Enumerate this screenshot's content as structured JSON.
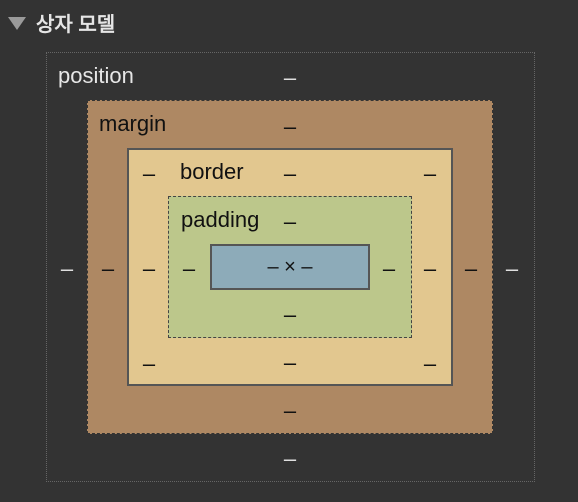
{
  "header": {
    "title": "상자 모델"
  },
  "labels": {
    "position": "position",
    "margin": "margin",
    "border": "border",
    "padding": "padding"
  },
  "values": {
    "position": {
      "top": "–",
      "right": "–",
      "bottom": "–",
      "left": "–"
    },
    "margin": {
      "top": "–",
      "right": "–",
      "bottom": "–",
      "left": "–"
    },
    "border": {
      "top": "–",
      "right": "–",
      "bottom": "–",
      "left": "–",
      "top_left": "–",
      "top_right": "–",
      "bottom_left": "–",
      "bottom_right": "–"
    },
    "padding": {
      "top": "–",
      "right": "–",
      "bottom": "–",
      "left": "–"
    },
    "content": "– × –"
  },
  "colors": {
    "background": "#333333",
    "margin": "#ae8863",
    "border": "#e2c78f",
    "padding": "#bcc78b",
    "content": "#8dabb9"
  },
  "icons": {
    "collapse": "triangle-down-icon"
  }
}
